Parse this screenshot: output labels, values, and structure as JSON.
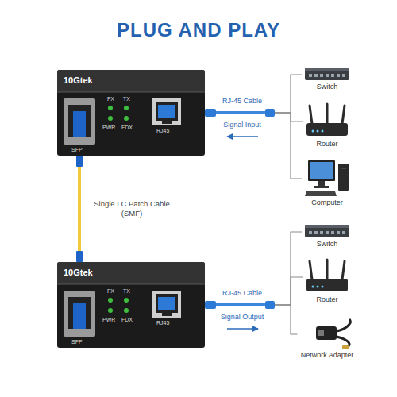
{
  "diagram": {
    "title": "PLUG AND PLAY",
    "nodes": [
      {
        "text": [
          "10Gtek",
          "FX",
          "TX",
          "PWR",
          "FDX",
          "RJ45",
          "SFP"
        ]
      },
      {
        "text": [
          "Switch"
        ]
      },
      {
        "text": [
          "Router"
        ]
      },
      {
        "text": [
          "Computer"
        ]
      },
      {
        "text": [
          "10Gtek",
          "FX",
          "TX",
          "PWR",
          "FDX",
          "RJ45",
          "SFP"
        ]
      },
      {
        "text": [
          "Switch"
        ]
      },
      {
        "text": [
          "Router"
        ]
      },
      {
        "text": [
          "Network Adapter"
        ]
      }
    ],
    "edges": [
      {
        "from": 0,
        "to": 4,
        "arrow": "none",
        "label": "Single LC Patch Cable (SMF)"
      },
      {
        "from": 0,
        "to": 1,
        "arrow": "none"
      },
      {
        "from": 0,
        "to": 2,
        "arrow": "none"
      },
      {
        "from": 0,
        "to": 3,
        "arrow": "none"
      },
      {
        "from": 4,
        "to": 5,
        "arrow": "none"
      },
      {
        "from": 4,
        "to": 6,
        "arrow": "none"
      },
      {
        "from": 4,
        "to": 7,
        "arrow": "none"
      }
    ],
    "labels": [
      "RJ-45 Cable",
      "Signal Input",
      "RJ-45 Cable",
      "Signal Output"
    ]
  }
}
